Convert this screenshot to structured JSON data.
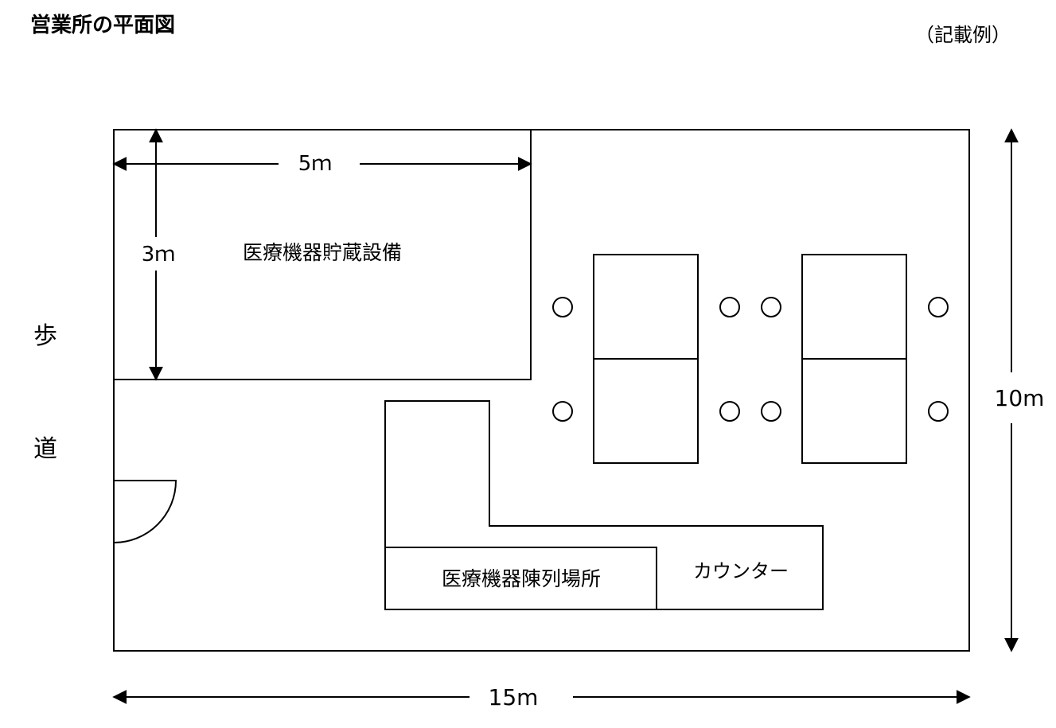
{
  "header": {
    "title": "営業所の平面図",
    "example_label": "（記載例）"
  },
  "plan": {
    "storage_label": "医療機器貯蔵設備",
    "storage_width": "5ｍ",
    "storage_depth": "3ｍ",
    "display_label": "医療機器陳列場所",
    "counter_label": "カウンター",
    "sidewalk_chars": [
      "歩",
      "道"
    ],
    "total_width": "15m",
    "total_depth": "10m"
  }
}
